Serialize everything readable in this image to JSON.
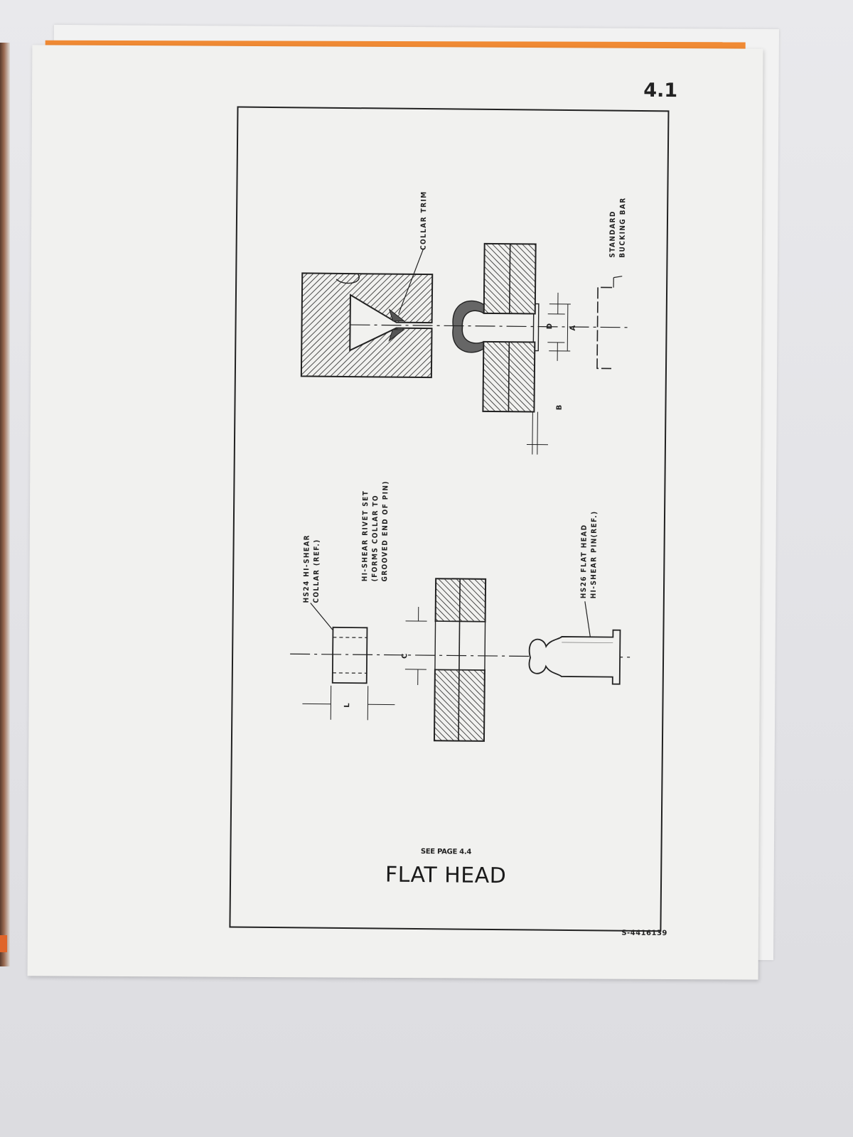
{
  "document": {
    "page_number": "4.1",
    "title": "FLAT HEAD",
    "see_page": "SEE PAGE 4.4",
    "code": "S-4416139"
  },
  "labels": {
    "collar_trim": "COLLAR TRIM",
    "bucking_bar": "STANDARD\nBUCKING BAR",
    "collar_ref": "HS24 HI-SHEAR\nCOLLAR (REF.)",
    "rivet_set": "HI-SHEAR RIVET SET\n(FORMS COLLAR TO\nGROOVED END OF PIN)",
    "pin_ref": "HS26 FLAT HEAD\nHI-SHEAR PIN(REF.)"
  },
  "dimensions": {
    "a": "A",
    "b": "B",
    "c": "C",
    "d": "D",
    "l": "L"
  }
}
